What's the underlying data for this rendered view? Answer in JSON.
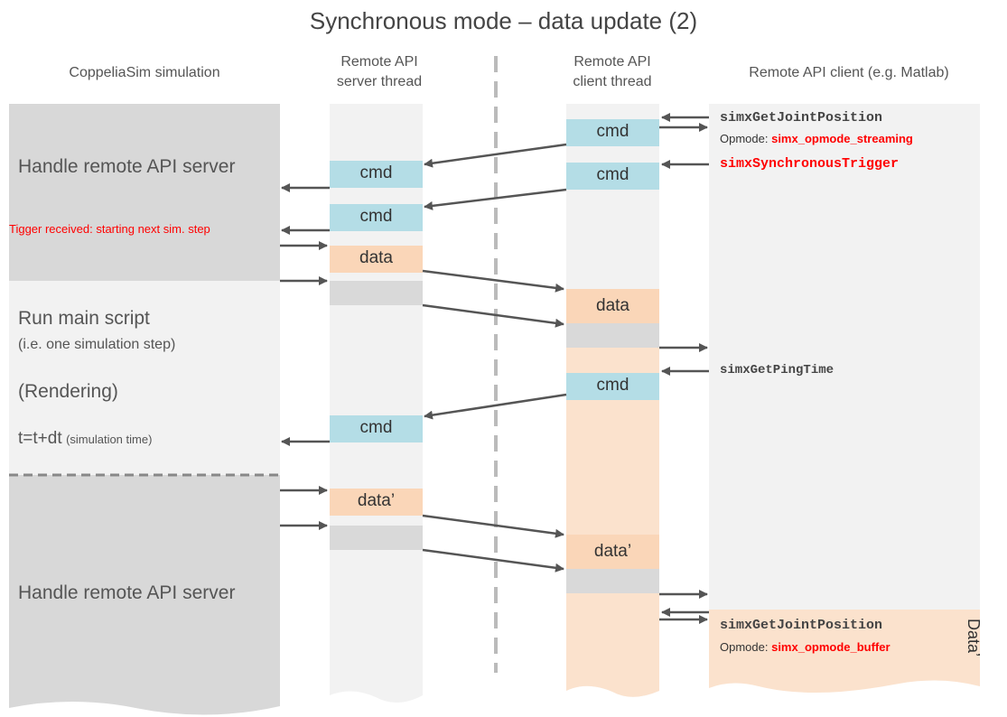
{
  "title": "Synchronous mode – data update (2)",
  "columns": {
    "sim": "CoppeliaSim simulation",
    "server_line1": "Remote API",
    "server_line2": "server thread",
    "client_line1": "Remote API",
    "client_line2": "client thread",
    "matlab": "Remote API client (e.g. Matlab)"
  },
  "sim": {
    "handle_top": "Handle remote API server",
    "trigger": "Tigger received: starting next sim. step",
    "run_main": "Run main script",
    "run_main_sub": "(i.e. one simulation step)",
    "rendering": "(Rendering)",
    "time": "t=t+dt",
    "time_sub": "(simulation time)",
    "handle_bottom": "Handle remote API server"
  },
  "server_boxes": {
    "cmd1": "cmd",
    "cmd2": "cmd",
    "data1": "data",
    "cmd3": "cmd",
    "data2": "data’"
  },
  "client_boxes": {
    "cmd1": "cmd",
    "cmd2": "cmd",
    "data1": "data",
    "cmd3": "cmd",
    "data2": "data’"
  },
  "matlab": {
    "call1": "simxGetJointPosition",
    "opmode_label1": "Opmode: ",
    "opmode1": "simx_opmode_streaming",
    "trigger": "simxSynchronousTrigger",
    "ping": "simxGetPingTime",
    "call2": "simxGetJointPosition",
    "opmode_label2": "Opmode: ",
    "opmode2": "simx_opmode_buffer",
    "data_side": "Data’"
  },
  "colors": {
    "cmd": "#b4dde6",
    "data": "#fad6b8",
    "sim_dark": "#d8d8d8",
    "sim_light": "#f2f2f2",
    "thread": "#f2f2f2",
    "red": "#ff0000",
    "arrow": "#555555"
  }
}
